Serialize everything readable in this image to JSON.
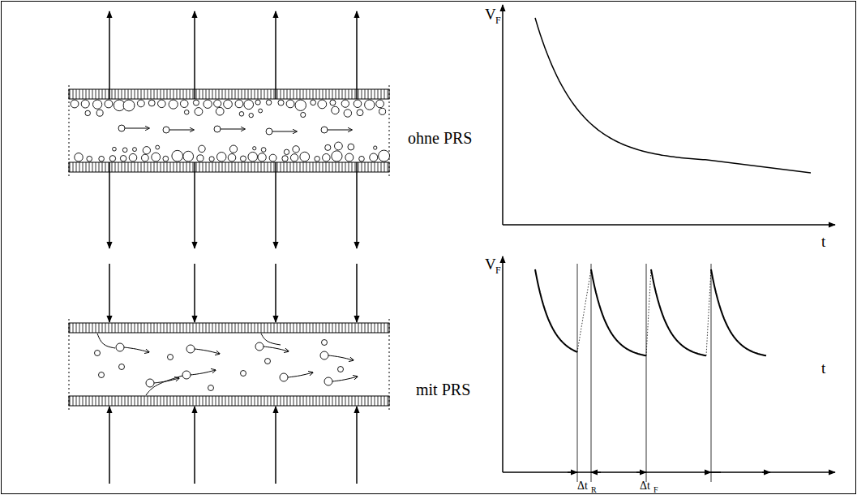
{
  "diagram": {
    "labels": [
      "V",
      "F",
      "t",
      "ohne PRS",
      "V",
      "F",
      "t",
      "mit PRS",
      "Δt",
      "R",
      "Δt",
      "F"
    ]
  }
}
